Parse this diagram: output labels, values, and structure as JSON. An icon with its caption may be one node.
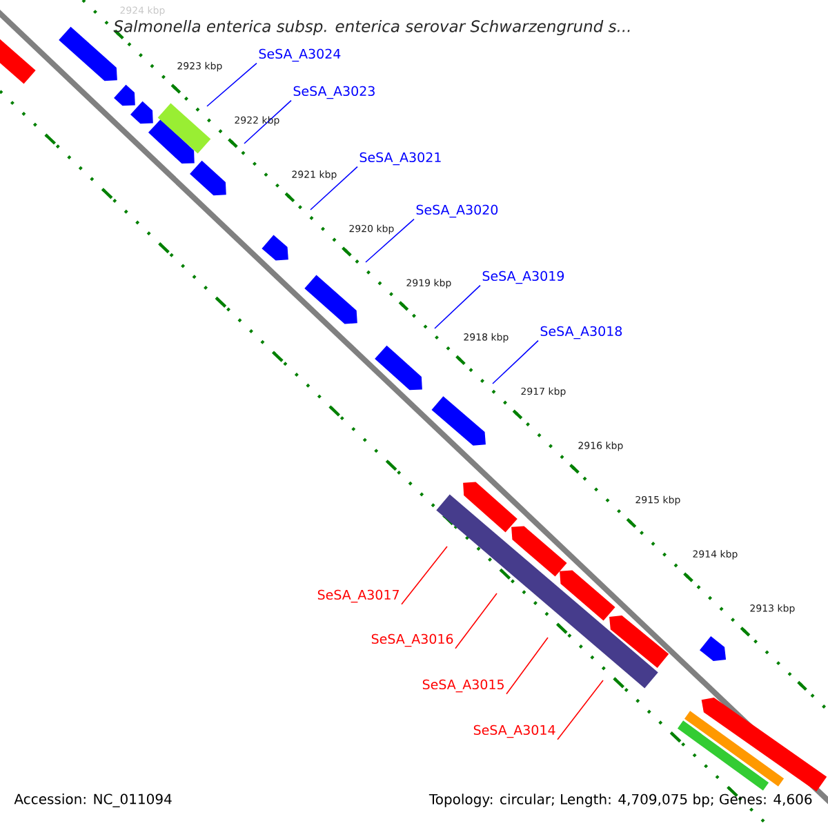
{
  "diagram": {
    "title": "Salmonella enterica subsp. enterica serovar Schwarzengrund s...",
    "nodes": [
      {
        "text": [
          "SeSA_A3024"
        ]
      },
      {
        "text": [
          "SeSA_A3023"
        ]
      },
      {
        "text": [
          "SeSA_A3021"
        ]
      },
      {
        "text": [
          "SeSA_A3020"
        ]
      },
      {
        "text": [
          "SeSA_A3019"
        ]
      },
      {
        "text": [
          "SeSA_A3018"
        ]
      },
      {
        "text": [
          "SeSA_A3017"
        ]
      },
      {
        "text": [
          "SeSA_A3016"
        ]
      },
      {
        "text": [
          "SeSA_A3015"
        ]
      },
      {
        "text": [
          "SeSA_A3014"
        ]
      },
      {
        "text": [],
        "shape": "arrow"
      },
      {
        "text": [],
        "shape": "arrow"
      },
      {
        "text": [],
        "shape": "arrow"
      },
      {
        "text": [],
        "shape": "arrow"
      },
      {
        "text": [],
        "shape": "arrow"
      },
      {
        "text": [],
        "shape": "bar"
      },
      {
        "text": [],
        "shape": "arrow"
      },
      {
        "text": [],
        "shape": "arrow"
      },
      {
        "text": [],
        "shape": "arrow"
      },
      {
        "text": [],
        "shape": "arrow"
      },
      {
        "text": [],
        "shape": "arrow"
      },
      {
        "text": [],
        "shape": "arrow"
      },
      {
        "text": [],
        "shape": "bar"
      },
      {
        "text": [],
        "shape": "arrow"
      },
      {
        "text": [],
        "shape": "arrow"
      },
      {
        "text": [],
        "shape": "arrow"
      },
      {
        "text": [],
        "shape": "arrow"
      },
      {
        "text": [],
        "shape": "arrow"
      },
      {
        "text": [],
        "shape": "bar"
      },
      {
        "text": [],
        "shape": "bar"
      }
    ],
    "edges": [
      {
        "from": 0,
        "to": null,
        "arrow": "none"
      },
      {
        "from": 1,
        "to": null,
        "arrow": "none"
      },
      {
        "from": 2,
        "to": null,
        "arrow": "none"
      },
      {
        "from": 3,
        "to": null,
        "arrow": "none"
      },
      {
        "from": 4,
        "to": null,
        "arrow": "none"
      },
      {
        "from": 5,
        "to": null,
        "arrow": "none"
      },
      {
        "from": 6,
        "to": null,
        "arrow": "none",
        "color": "#ff0000"
      },
      {
        "from": 7,
        "to": null,
        "arrow": "none",
        "color": "#ff0000"
      },
      {
        "from": 8,
        "to": null,
        "arrow": "none",
        "color": "#ff0000"
      },
      {
        "from": 9,
        "to": null,
        "arrow": "none",
        "color": "#ff0000"
      }
    ],
    "labels": [
      "2924 kbp",
      "2923 kbp",
      "2922 kbp",
      "2921 kbp",
      "2920 kbp",
      "2919 kbp",
      "2918 kbp",
      "2917 kbp",
      "2916 kbp",
      "2915 kbp",
      "2914 kbp",
      "2913 kbp",
      "Accession: NC_011094",
      "Topology: circular; Length: 4,709,075 bp; Genes: 4,606"
    ]
  }
}
